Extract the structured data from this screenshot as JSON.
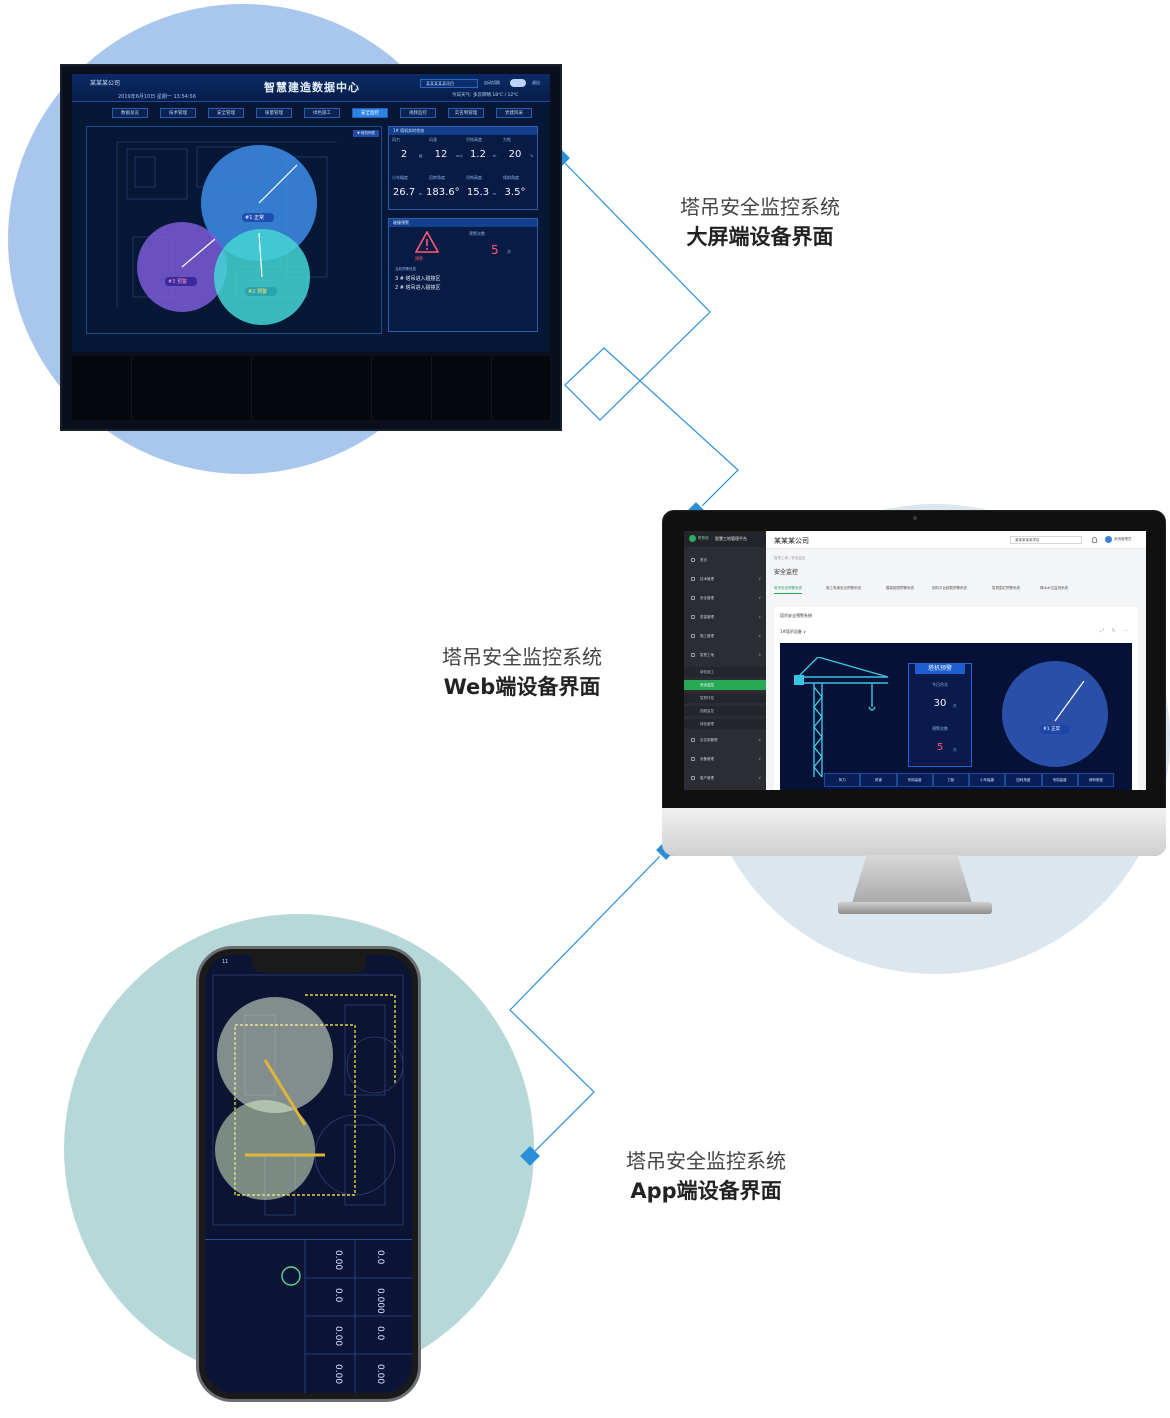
{
  "colors": {
    "circle_big_screen": "#a9c6ec",
    "circle_web": "#dce6ee",
    "circle_app": "#b7d8d8",
    "connector": "#2a8fd8",
    "web_accent": "#27a956",
    "screen_blue": "#1d5ed1",
    "alarm_red": "#ff5a73"
  },
  "captions": [
    {
      "title": "塔吊安全监控系统",
      "subtitle": "大屏端设备界面"
    },
    {
      "title": "塔吊安全监控系统",
      "subtitle": "Web端设备界面"
    },
    {
      "title": "塔吊安全监控系统",
      "subtitle": "App端设备界面"
    }
  ],
  "big_screen": {
    "company": "某某某公司",
    "date": "2019年6月10日   星期一   13:54:56",
    "title": "智慧建造数据中心",
    "project_select": "某某某某某项目",
    "auto_switch": "自动切换",
    "exit": "退出",
    "weather": "今日天气:   多云转晴   18℃ / 12℃",
    "tabs": [
      "数据总览",
      "技术管理",
      "安全管理",
      "质量管理",
      "绿色施工",
      "安全监控",
      "视频监控",
      "实名制管理",
      "党建风采"
    ],
    "active_tab": "安全监控",
    "map_button": "▼ 塔机列表",
    "status_title": "1# 塔机实时状态",
    "stats": [
      {
        "label": "风力",
        "value": "2",
        "unit": "级"
      },
      {
        "label": "风速",
        "value": "12",
        "unit": "m/s"
      },
      {
        "label": "吊钩高度",
        "value": "1.2",
        "unit": "m"
      },
      {
        "label": "力矩",
        "value": "20",
        "unit": "%"
      },
      {
        "label": "小车幅度",
        "value": "26.7",
        "unit": "m"
      },
      {
        "label": "回转角度",
        "value": "183.6°",
        "unit": ""
      },
      {
        "label": "吊钩高度",
        "value": "15.3",
        "unit": "m"
      },
      {
        "label": "倾斜角度",
        "value": "3.5°",
        "unit": ""
      }
    ],
    "alarm_title": "碰撞预警",
    "alarm_label": "预警",
    "alarm_count_label": "预警次数",
    "alarm_count": "5",
    "alarm_count_unit": "次",
    "alarm_history_title": "当前预警信息",
    "alarms": [
      "3 # 塔吊进入碰撞区",
      "2 # 塔吊进入碰撞区"
    ],
    "cranes": [
      {
        "label": "#1 正常"
      },
      {
        "label": "#3 预警"
      },
      {
        "label": "#2 预警"
      }
    ]
  },
  "web": {
    "logo_text": "筑慧然",
    "platform": "智慧工地管理平台",
    "company": "某某某公司",
    "project_select": "某某某某某项目",
    "admin": "系统管理员",
    "menu": [
      {
        "label": "首页",
        "arrow": ""
      },
      {
        "label": "技术管理",
        "arrow": "∨"
      },
      {
        "label": "安全管理",
        "arrow": "∨"
      },
      {
        "label": "质量管理",
        "arrow": "∨"
      },
      {
        "label": "施工管理",
        "arrow": "∨"
      },
      {
        "label": "智慧工地",
        "arrow": "∧"
      }
    ],
    "submenu": [
      "绿色施工",
      "安全监控",
      "智慧环控",
      "视频监控",
      "绿色管理"
    ],
    "active_submenu": "安全监控",
    "menu_after": [
      {
        "label": "实名制管理",
        "arrow": "∨"
      },
      {
        "label": "设备管理",
        "arrow": "∨"
      },
      {
        "label": "客户管理",
        "arrow": "∨"
      }
    ],
    "breadcrumb": "智慧工地  /  安全监控",
    "page_title": "安全监控",
    "subtabs": [
      "塔吊安全预警系统",
      "施工电梯安全预警系统",
      "模架超限预警系统",
      "卸料平台超载预警系统",
      "智慧围栏预警系统",
      "降水水位监测系统"
    ],
    "active_subtab": "塔吊安全预警系统",
    "card_title": "塔吊安全预警系统",
    "device_select": "1#塔吊设备  ∨",
    "panel": {
      "alarm_title": "塔机预警",
      "today_label": "今日吊次",
      "today_value": "30",
      "today_unit": "次",
      "alarm_label": "预警次数",
      "alarm_value": "5",
      "alarm_unit": "次",
      "crane_label": "#1 正常"
    },
    "bottom_metrics": [
      "风力",
      "风速",
      "吊钩高度",
      "力矩",
      "小车幅度",
      "回转角度",
      "吊钩高度",
      "倾斜角度"
    ]
  },
  "app": {
    "time": "11",
    "readouts": [
      "0.00",
      "0.0",
      "0.00",
      "0.00",
      "0.0",
      "0.000",
      "0.0",
      "0.00"
    ]
  }
}
